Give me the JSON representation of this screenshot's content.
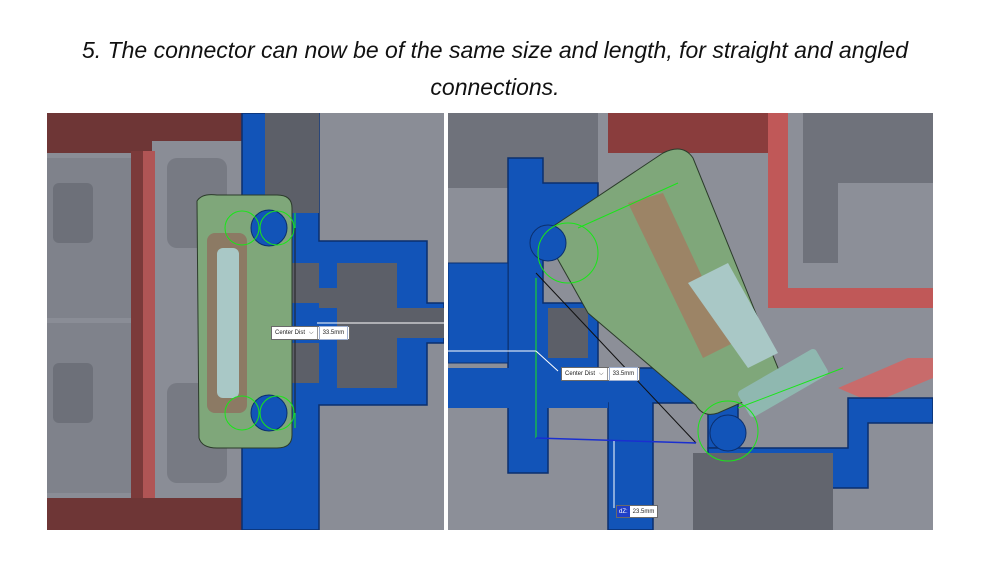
{
  "slide": {
    "title_line1": "5. The connector can now be of the same size and length, for straight and angled",
    "title_line2": "connections."
  },
  "left_view": {
    "dimension": {
      "type_label": "Center Dist",
      "value": "33.5mm"
    }
  },
  "right_view": {
    "dimension": {
      "type_label": "Center Dist",
      "value": "33.5mm"
    },
    "dz": {
      "label": "dZ:",
      "value": "23.5mm"
    }
  },
  "colors": {
    "profile_blue": "#1254b8",
    "connector_green": "#7fa77a",
    "frame_red": "#6e3636",
    "gray_body": "#8a8d96",
    "sketch_green": "#19e619"
  }
}
